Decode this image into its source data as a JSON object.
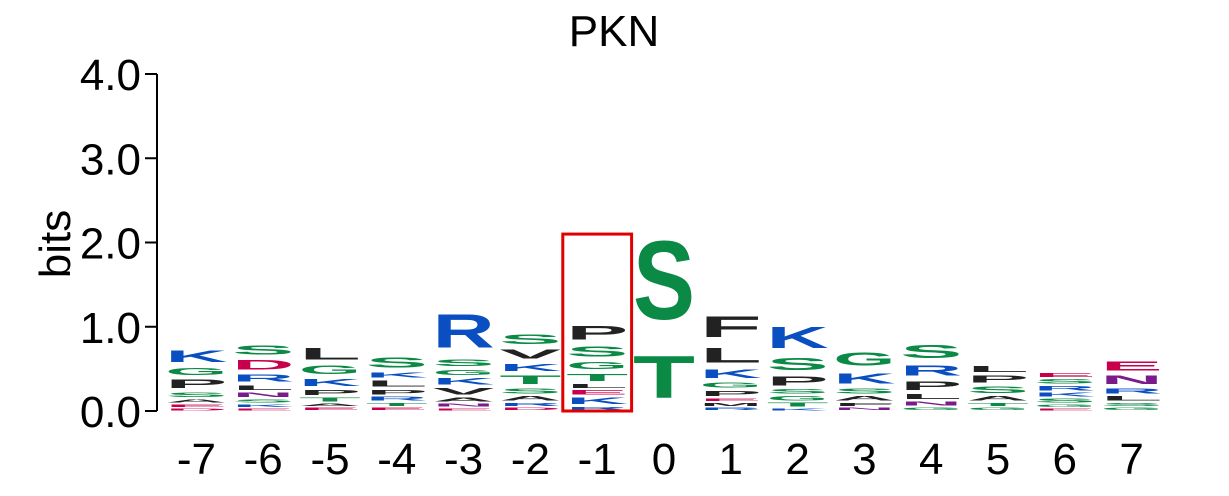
{
  "colors": {
    "S": "#0a8a45",
    "T": "#0a8a45",
    "G": "#0a8a45",
    "K": "#0a4fc2",
    "R": "#0a4fc2",
    "H": "#0a4fc2",
    "D": "#c8004c",
    "E": "#c8004c",
    "N": "#7a1b8c",
    "Q": "#7a1b8c",
    "P": "#222222",
    "L": "#222222",
    "F": "#222222",
    "V": "#222222",
    "A": "#222222",
    "I": "#222222",
    "M": "#222222",
    "W": "#222222",
    "Y": "#0a8a45",
    "C": "#0a8a45",
    "axis": "#000000",
    "highlight": "#e00000"
  },
  "chart_data": {
    "type": "sequence-logo",
    "title": "PKN",
    "ylabel": "bits",
    "ylim": [
      0,
      4
    ],
    "yticks": [
      "0.0",
      "1.0",
      "2.0",
      "3.0",
      "4.0"
    ],
    "positions": [
      "-7",
      "-6",
      "-5",
      "-4",
      "-3",
      "-2",
      "-1",
      "0",
      "1",
      "2",
      "3",
      "4",
      "5",
      "6",
      "7"
    ],
    "highlight_position": "-1",
    "highlight_range_bits": [
      0,
      2.1
    ],
    "stacks": [
      [
        [
          "D",
          0.04
        ],
        [
          "E",
          0.05
        ],
        [
          "A",
          0.06
        ],
        [
          "S",
          0.09
        ],
        [
          "P",
          0.16
        ],
        [
          "G",
          0.14
        ],
        [
          "K",
          0.22
        ]
      ],
      [
        [
          "E",
          0.04
        ],
        [
          "K",
          0.05
        ],
        [
          "S",
          0.06
        ],
        [
          "N",
          0.08
        ],
        [
          "L",
          0.09
        ],
        [
          "R",
          0.14
        ],
        [
          "D",
          0.18
        ],
        [
          "S",
          0.17
        ]
      ],
      [
        [
          "E",
          0.05
        ],
        [
          "A",
          0.05
        ],
        [
          "T",
          0.07
        ],
        [
          "P",
          0.1
        ],
        [
          "K",
          0.14
        ],
        [
          "G",
          0.16
        ],
        [
          "L",
          0.22
        ]
      ],
      [
        [
          "E",
          0.05
        ],
        [
          "T",
          0.06
        ],
        [
          "R",
          0.07
        ],
        [
          "P",
          0.09
        ],
        [
          "L",
          0.11
        ],
        [
          "K",
          0.1
        ],
        [
          "S",
          0.19
        ]
      ],
      [
        [
          "E",
          0.04
        ],
        [
          "N",
          0.06
        ],
        [
          "A",
          0.07
        ],
        [
          "V",
          0.12
        ],
        [
          "K",
          0.12
        ],
        [
          "G",
          0.1
        ],
        [
          "S",
          0.12
        ],
        [
          "R",
          0.64
        ]
      ],
      [
        [
          "D",
          0.05
        ],
        [
          "R",
          0.06
        ],
        [
          "A",
          0.08
        ],
        [
          "S",
          0.1
        ],
        [
          "T",
          0.16
        ],
        [
          "K",
          0.14
        ],
        [
          "V",
          0.17
        ],
        [
          "S",
          0.18
        ]
      ],
      [
        [
          "R",
          0.06
        ],
        [
          "K",
          0.12
        ],
        [
          "E",
          0.08
        ],
        [
          "L",
          0.07
        ],
        [
          "T",
          0.14
        ],
        [
          "G",
          0.14
        ],
        [
          "S",
          0.19
        ],
        [
          "P",
          0.26
        ]
      ],
      [
        [
          "T",
          0.8
        ],
        [
          "S",
          1.49
        ]
      ],
      [
        [
          "R",
          0.05
        ],
        [
          "M",
          0.06
        ],
        [
          "E",
          0.05
        ],
        [
          "P",
          0.1
        ],
        [
          "G",
          0.1
        ],
        [
          "K",
          0.16
        ],
        [
          "L",
          0.28
        ],
        [
          "F",
          0.4
        ]
      ],
      [
        [
          "K",
          0.04
        ],
        [
          "T",
          0.07
        ],
        [
          "G",
          0.08
        ],
        [
          "S",
          0.08
        ],
        [
          "P",
          0.17
        ],
        [
          "S",
          0.23
        ],
        [
          "K",
          0.4
        ]
      ],
      [
        [
          "N",
          0.05
        ],
        [
          "F",
          0.06
        ],
        [
          "A",
          0.08
        ],
        [
          "S",
          0.1
        ],
        [
          "K",
          0.2
        ],
        [
          "G",
          0.24
        ]
      ],
      [
        [
          "G",
          0.05
        ],
        [
          "N",
          0.07
        ],
        [
          "L",
          0.1
        ],
        [
          "P",
          0.16
        ],
        [
          "R",
          0.2
        ],
        [
          "S",
          0.25
        ]
      ],
      [
        [
          "G",
          0.05
        ],
        [
          "T",
          0.06
        ],
        [
          "A",
          0.08
        ],
        [
          "S",
          0.12
        ],
        [
          "P",
          0.13
        ],
        [
          "L",
          0.11
        ]
      ],
      [
        [
          "E",
          0.04
        ],
        [
          "G",
          0.05
        ],
        [
          "S",
          0.07
        ],
        [
          "K",
          0.07
        ],
        [
          "R",
          0.08
        ],
        [
          "S",
          0.08
        ],
        [
          "E",
          0.07
        ]
      ],
      [
        [
          "G",
          0.05
        ],
        [
          "S",
          0.06
        ],
        [
          "L",
          0.08
        ],
        [
          "R",
          0.1
        ],
        [
          "N",
          0.16
        ],
        [
          "E",
          0.17
        ]
      ]
    ]
  }
}
